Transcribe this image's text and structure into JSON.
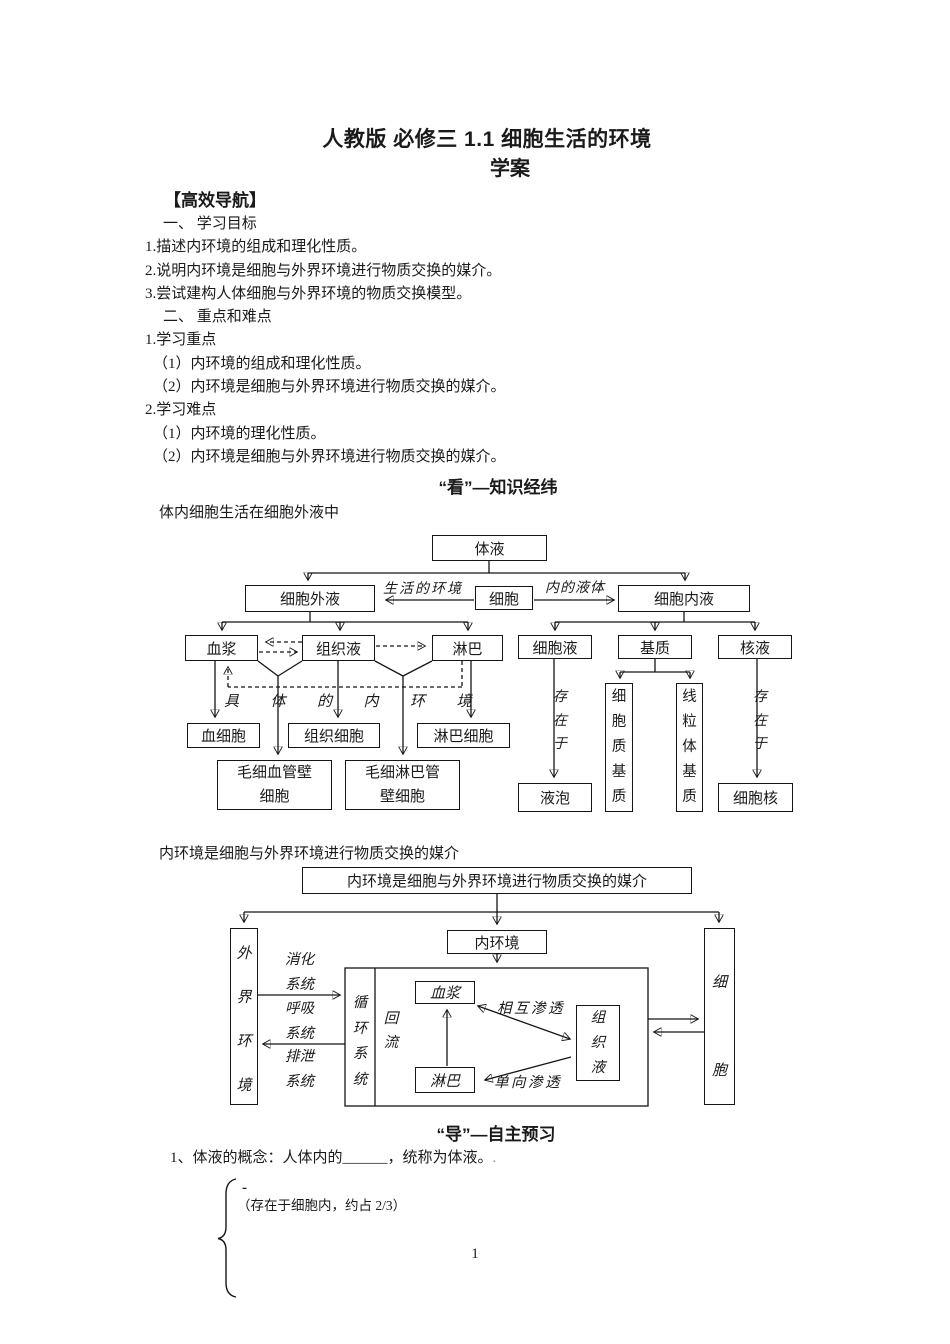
{
  "doc": {
    "title": "人教版 必修三 1.1 细胞生活的环境",
    "subtitle": "学案",
    "nav_header": "【高效导航】",
    "body_lines": [
      "一、 学习目标",
      "1.描述内环境的组成和理化性质。",
      "2.说明内环境是细胞与外界环境进行物质交换的媒介。",
      "3.尝试建构人体细胞与外界环境的物质交换模型。",
      "二、 重点和难点",
      "1.学习重点",
      "（1）内环境的组成和理化性质。",
      "（2）内环境是细胞与外界环境进行物质交换的媒介。",
      "2.学习难点",
      "（1）内环境的理化性质。",
      "（2）内环境是细胞与外界环境进行物质交换的媒介。"
    ],
    "section_look": "“看”—知识经纬",
    "diagram1_intro": "体内细胞生活在细胞外液中",
    "diagram2_intro": "内环境是细胞与外界环境进行物质交换的媒介",
    "section_guide": "“导”—自主预习",
    "question1": "1、体液的概念：人体内的______，统称为体液。",
    "question1_mark": ".",
    "brace_dash": "-",
    "brace_note": "（存在于细胞内，约占 2/3）",
    "page_number": "1"
  },
  "diagram1": {
    "tiye": "体液",
    "xibaowaiye": "细胞外液",
    "xibao": "细胞",
    "xibaoneiye": "细胞内液",
    "label_left": "生活的环境",
    "label_right": "内的液体",
    "xuejiang": "血浆",
    "zuzhiye": "组织液",
    "linba": "淋巴",
    "xibaoye": "细胞液",
    "jizhi": "基质",
    "heye": "核液",
    "label_concrete": "具体的内环境",
    "xuexibao": "血细胞",
    "zuzhixibao": "组织细胞",
    "linbaxibao": "淋巴细胞",
    "maoxi_xueguan_1": "毛细血管壁",
    "maoxi_xueguan_2": "细胞",
    "maoxi_linba_1": "毛细淋巴管",
    "maoxi_linba_2": "壁细胞",
    "cunzaiyu": "存在于",
    "yepao": "液泡",
    "xibaozhi_jizhi": "细胞质基质",
    "xianliti_jizhi": "线粒体基质",
    "xibaohe": "细胞核"
  },
  "diagram2": {
    "top_box": "内环境是细胞与外界环境进行物质交换的媒介",
    "waijie_huanjing": "外界环境",
    "neihuanjing": "内环境",
    "xibao": "细胞",
    "systems": [
      "消化系统",
      "呼吸系统",
      "排泄系统"
    ],
    "xunhuan": "循环系统",
    "xuejiang": "血浆",
    "linba": "淋巴",
    "zuzhiye": "组织液",
    "huiliu": "回流",
    "xianghu_shentou": "相互渗透",
    "danxiang_shentou": "单向渗透"
  }
}
